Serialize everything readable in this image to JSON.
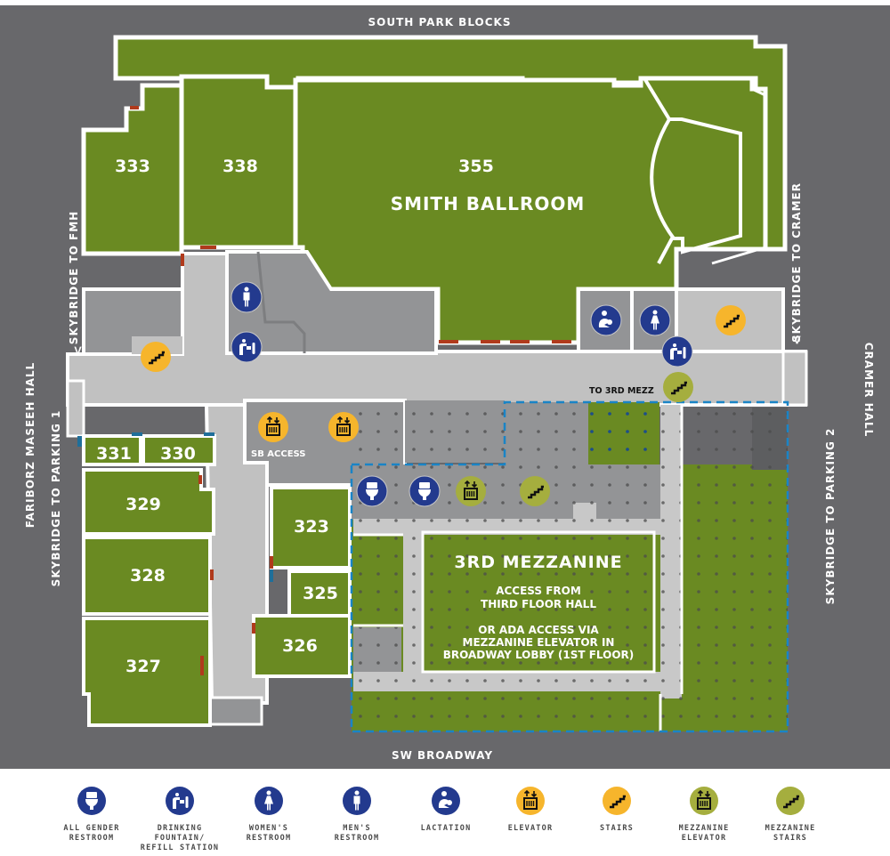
{
  "colors": {
    "street": "#68686b",
    "room_green": "#6a8a22",
    "corridor": "#c1c1c1",
    "service_gray": "#939496",
    "wall": "#ffffff",
    "door_red": "#b03a1c",
    "door_blue": "#1f6f9a",
    "icon_blue": "#233a8e",
    "icon_yellow": "#f6b52c",
    "icon_olive": "#a5ae3e",
    "dash_blue": "#1a84c6"
  },
  "streets": {
    "north": "SOUTH PARK BLOCKS",
    "south": "SW BROADWAY",
    "west_building": "FARIBORZ MASEEH HALL",
    "west_skybridge_fmh": "SKYBRIDGE  TO FMH",
    "west_skybridge_parking": "SKYBRIDGE TO PARKING 1",
    "east_building": "CRAMER HALL",
    "east_skybridge_cramer": "SKYBRIDGE TO CRAMER",
    "east_skybridge_parking": "SKYBRIDGE TO PARKING 2"
  },
  "rooms": {
    "r333": "333",
    "r338": "338",
    "r355": "355",
    "ballroom": "SMITH BALLROOM",
    "r331": "331",
    "r330": "330",
    "r329": "329",
    "r328": "328",
    "r327": "327",
    "r323": "323",
    "r325": "325",
    "r326": "326"
  },
  "labels": {
    "sb_access": "SB ACCESS",
    "to_3rd_mezz": "TO 3RD MEZZ"
  },
  "mezzanine": {
    "title": "3RD MEZZANINE",
    "line1": "ACCESS FROM",
    "line2": "THIRD FLOOR HALL",
    "line3": "OR ADA ACCESS VIA",
    "line4": "MEZZANINE ELEVATOR IN",
    "line5": "BROADWAY LOBBY (1ST FLOOR)"
  },
  "legend": [
    {
      "icon": "all-gender-restroom-icon",
      "label": "ALL GENDER\nRESTROOM"
    },
    {
      "icon": "drinking-fountain-icon",
      "label": "DRINKING\nFOUNTAIN/\nREFILL STATION"
    },
    {
      "icon": "womens-restroom-icon",
      "label": "WOMEN'S\nRESTROOM"
    },
    {
      "icon": "mens-restroom-icon",
      "label": "MEN'S\nRESTROOM"
    },
    {
      "icon": "lactation-icon",
      "label": "LACTATION"
    },
    {
      "icon": "elevator-icon",
      "label": "ELEVATOR"
    },
    {
      "icon": "stairs-icon",
      "label": "STAIRS"
    },
    {
      "icon": "mezzanine-elevator-icon",
      "label": "MEZZANINE\nELEVATOR"
    },
    {
      "icon": "mezzanine-stairs-icon",
      "label": "MEZZANINE\nSTAIRS"
    }
  ]
}
